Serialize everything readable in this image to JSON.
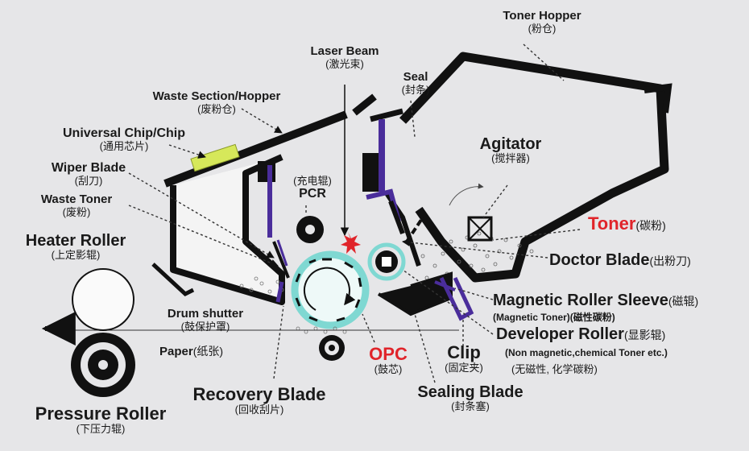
{
  "labels": {
    "toner_hopper": {
      "en": "Toner Hopper",
      "zh": "(粉仓)"
    },
    "laser_beam": {
      "en": "Laser Beam",
      "zh": "(激光束)"
    },
    "seal": {
      "en": "Seal",
      "zh": "(封条)"
    },
    "waste_section": {
      "en": "Waste Section/Hopper",
      "zh": "(废粉仓)"
    },
    "universal_chip": {
      "en": "Universal Chip/Chip",
      "zh": "(通用芯片)"
    },
    "wiper_blade": {
      "en": "Wiper Blade",
      "zh": "(刮刀)"
    },
    "waste_toner": {
      "en": "Waste  Toner",
      "zh": "(废粉)"
    },
    "pcr": {
      "en": "PCR",
      "zh": "(充电辊)"
    },
    "agitator": {
      "en": "Agitator",
      "zh": "(搅拌器)"
    },
    "toner": {
      "en": "Toner",
      "zh": "(碳粉)"
    },
    "heater_roller": {
      "en": "Heater  Roller",
      "zh": "(上定影辊)"
    },
    "doctor_blade": {
      "en": "Doctor Blade",
      "zh": "(出粉刀)"
    },
    "magnetic_roller_sleeve": {
      "en": "Magnetic Roller Sleeve",
      "zh": "(磁辊)",
      "sub": "(Magnetic Toner)(磁性碳粉)"
    },
    "drum_shutter": {
      "en": "Drum shutter",
      "zh": "(鼓保护罩)"
    },
    "developer_roller": {
      "en": "Developer Roller",
      "zh": "(显影辊)",
      "sub": "(Non magnetic,chemical Toner etc.)",
      "sub2": "(无磁性, 化学碳粉)"
    },
    "paper": {
      "en": "Paper",
      "zh": "(纸张)"
    },
    "opc": {
      "en": "OPC",
      "zh": "(鼓芯)"
    },
    "clip": {
      "en": "Clip",
      "zh": "(固定夹)"
    },
    "recovery_blade": {
      "en": "Recovery Blade",
      "zh": "(回收刮片)"
    },
    "sealing_blade": {
      "en": "Sealing Blade",
      "zh": "(封条塞)"
    },
    "pressure_roller": {
      "en": "Pressure Roller",
      "zh": "(下压力辊)"
    }
  },
  "colors": {
    "background": "#e6e6e8",
    "line": "#111111",
    "accent_red": "#e0242a",
    "drum_teal": "#7fd8d2",
    "blade_purple": "#4a2d9b",
    "chip_green": "#d6e85a"
  }
}
